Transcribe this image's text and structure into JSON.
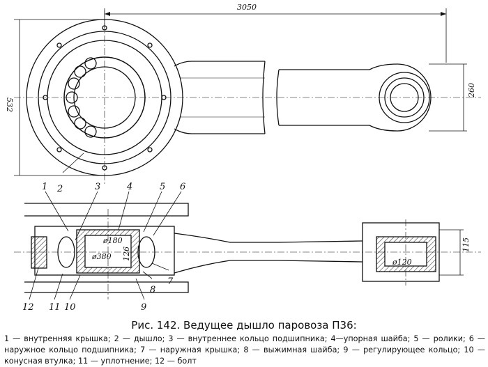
{
  "dimensions": {
    "overall_length": "3050",
    "head_height": "532",
    "small_eye_height": "260",
    "bore_large": "ø380",
    "bore_inner": "ø180",
    "bore_small": "ø120",
    "width_126": "126",
    "width_115": "115"
  },
  "part_labels": [
    "1",
    "2",
    "3",
    "4",
    "5",
    "6",
    "7",
    "8",
    "9",
    "10",
    "11",
    "12"
  ],
  "caption": {
    "title": "Рис. 142. Ведущее дышло паровоза П36:",
    "legend_line1": "1 — внутренняя крышка; 2 — дышло; 3 — внутреннее кольцо подшипника; 4—упорная шайба; 5 — ролики; 6 — наружное кольцо подшипника; 7 — наружная крышка; 8 — выжимная шайба; 9 — регулирующее кольцо; 10 — конусная втулка; 11 — уплотнение; 12 — болт"
  }
}
